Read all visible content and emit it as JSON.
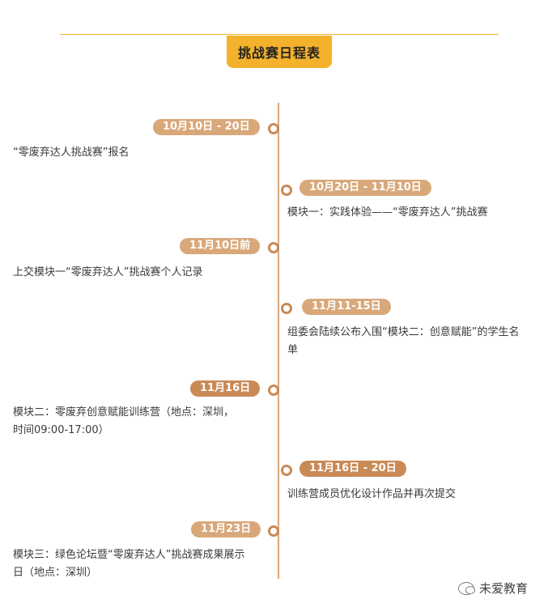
{
  "header": {
    "title": "挑战赛日程表"
  },
  "events": [
    {
      "date": "10月10日 - 20日",
      "desc": "“零废弃达人挑战赛”报名"
    },
    {
      "date": "10月20日 - 11月10日",
      "desc": "模块一：实践体验——“零废弃达人”挑战赛"
    },
    {
      "date": "11月10日前",
      "desc": "上交模块一“零废弃达人”挑战赛个人记录"
    },
    {
      "date": "11月11-15日",
      "desc_lines": [
        "组委会陆续公布入围“模块二：创意赋能”的学生名",
        "单"
      ]
    },
    {
      "date": "11月16日",
      "desc_lines": [
        "模块二：零废弃创意赋能训练营（地点：深圳，",
        "时间09:00-17:00）"
      ]
    },
    {
      "date": "11月16日 - 20日",
      "desc": "训练营成员优化设计作品并再次提交"
    },
    {
      "date": "11月23日",
      "desc_lines": [
        "模块三：绿色论坛暨“零废弃达人”挑战赛成果展示",
        "日（地点：深圳）"
      ]
    }
  ],
  "watermark": {
    "text": "未爱教育",
    "icon": "wechat-icon"
  }
}
